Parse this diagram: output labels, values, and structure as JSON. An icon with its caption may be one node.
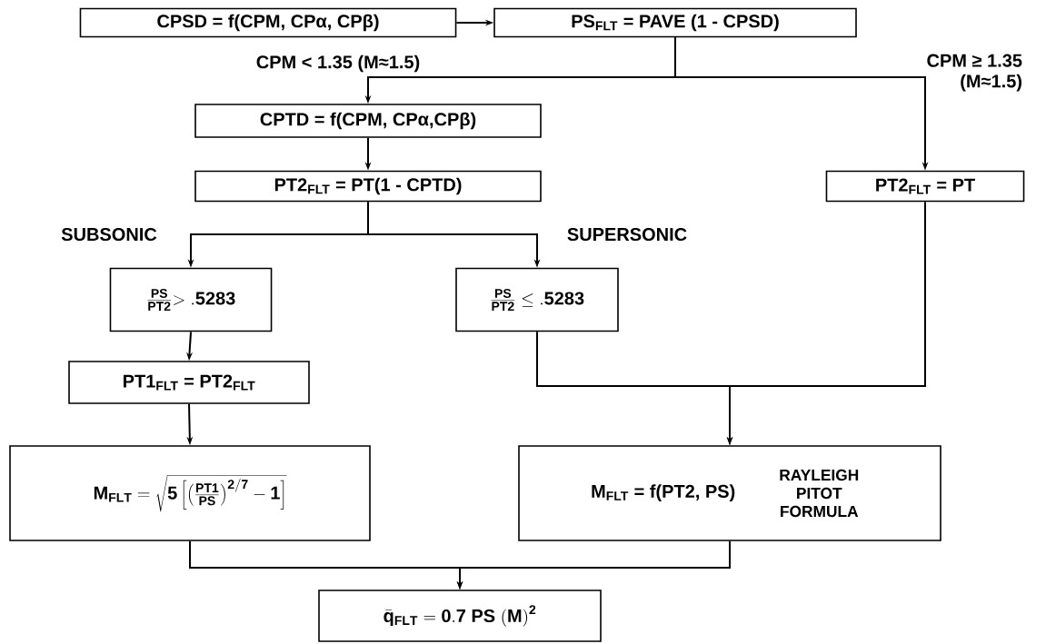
{
  "diagram": {
    "nodes": [
      {
        "text": [
          "CPSD = f(CPM, CPα, CPβ)"
        ]
      },
      {
        "text": [
          "PS$_{FLT}$ = PAVE (1 - CPSD)"
        ]
      },
      {
        "text": [
          "CPTD = f(CPM, CPα,CPβ)"
        ]
      },
      {
        "text": [
          "PT2$_{FLT}$ = PT(1 - CPTD)"
        ]
      },
      {
        "text": [
          "PT2$_{FLT}$ = PT"
        ]
      },
      {
        "text": [
          "\\frac{\\mathbf{PS}}{\\mathbf{PT2}}\\mathbf{>.5283}"
        ]
      },
      {
        "text": [
          "\\frac{\\mathbf{PS}}{\\mathbf{PT2}}\\leq\\mathbf{.5283}"
        ]
      },
      {
        "text": [
          "PT1$_{FLT}$ = PT2$_{FLT}$"
        ]
      },
      {
        "text": [
          "\\mathbf{M}_{\\mathbf{FLT}}=\\sqrt{\\mathbf{5}\\left[\\left(\\frac{\\mathbf{PT1}}{\\mathbf{PS}}\\right)^{\\mathbf{2/7}}-\\mathbf{1}\\right]}"
        ]
      },
      {
        "text": [
          "M$_{FLT}$ = f(PT2, PS)",
          "RAYLEIGH PITOT FORMULA"
        ]
      },
      {
        "text": [
          "\\bar{\\mathbf{q}}_{\\mathbf{FLT}}=\\mathbf{0.7\\ PS\\ (M)}^{\\mathbf{2}}"
        ]
      }
    ],
    "edges": [
      {
        "from": 0,
        "to": 1,
        "arrow": "to"
      },
      {
        "from": 1,
        "to": 2,
        "arrow": "to",
        "label": "CPM < 1.35  (M≈1.5)"
      },
      {
        "from": 1,
        "to": 4,
        "arrow": "to",
        "label": "CPM ≥ 1.35 (M≈1.5)"
      },
      {
        "from": 2,
        "to": 3,
        "arrow": "to"
      },
      {
        "from": 3,
        "to": 5,
        "arrow": "to",
        "label": "SUBSONIC"
      },
      {
        "from": 3,
        "to": 6,
        "arrow": "to",
        "label": "SUPERSONIC"
      },
      {
        "from": 5,
        "to": 7,
        "arrow": "to"
      },
      {
        "from": 7,
        "to": 8,
        "arrow": "to"
      },
      {
        "from": 6,
        "to": 9,
        "arrow": "to"
      },
      {
        "from": 4,
        "to": 9,
        "arrow": "to"
      },
      {
        "from": 8,
        "to": 10,
        "arrow": "to"
      },
      {
        "from": 9,
        "to": 10,
        "arrow": "to"
      }
    ]
  }
}
